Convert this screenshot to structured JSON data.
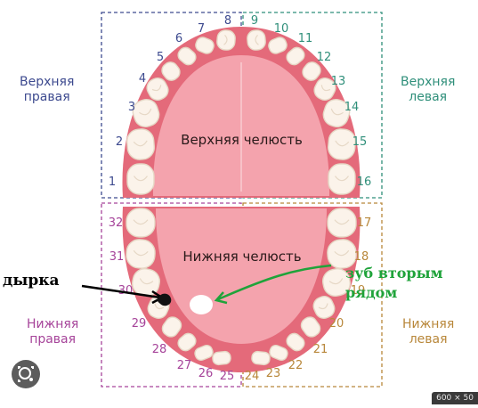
{
  "quadrants": {
    "upper_right": {
      "line1": "Верхняя",
      "line2": "правая",
      "color": "#3d4a8f"
    },
    "upper_left": {
      "line1": "Верхняя",
      "line2": "левая",
      "color": "#2f8f7a"
    },
    "lower_right": {
      "line1": "Нижняя",
      "line2": "правая",
      "color": "#a6449a"
    },
    "lower_left": {
      "line1": "Нижняя",
      "line2": "левая",
      "color": "#b8873a"
    }
  },
  "jaws": {
    "upper": "Верхняя челюсть",
    "lower": "Нижняя челюсть"
  },
  "tooth_numbers": {
    "upper_right": [
      "1",
      "2",
      "3",
      "4",
      "5",
      "6",
      "7",
      "8"
    ],
    "upper_left": [
      "9",
      "10",
      "11",
      "12",
      "13",
      "14",
      "15",
      "16"
    ],
    "lower_left": [
      "17",
      "18",
      "19",
      "20",
      "21",
      "22",
      "23",
      "24"
    ],
    "lower_right": [
      "25",
      "26",
      "27",
      "28",
      "29",
      "30",
      "31",
      "32"
    ]
  },
  "annotations": {
    "hole": "дырка",
    "second_tooth_line1": "зуб вторым",
    "second_tooth_line2": "рядом",
    "ink_color": "#000000",
    "green_color": "#1fa33a"
  },
  "image_size_badge": "600 × 50",
  "icons": [
    "lens-icon"
  ],
  "colors": {
    "gum": "#e46a7a",
    "palate": "#f4a3ad",
    "tooth": "#fbf3ea",
    "tooth_shadow": "#e6d8c6"
  }
}
